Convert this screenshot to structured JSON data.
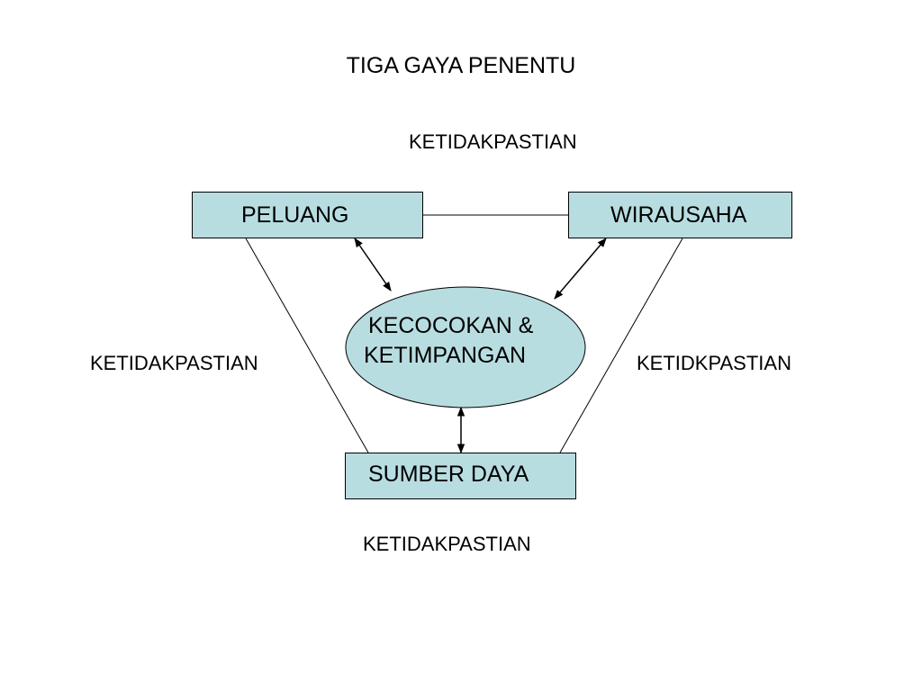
{
  "title": "TIGA GAYA PENENTU",
  "labels": {
    "top": "KETIDAKPASTIAN",
    "left": "KETIDAKPASTIAN",
    "right": "KETIDKPASTIAN",
    "bottom": "KETIDAKPASTIAN"
  },
  "nodes": {
    "peluang": "PELUANG",
    "wirausaha": "WIRAUSAHA",
    "sumber_daya": "SUMBER DAYA",
    "center_line1": "KECOCOKAN &",
    "center_line2": "KETIMPANGAN"
  },
  "colors": {
    "box_fill": "#b8dde1",
    "stroke": "#000000"
  }
}
